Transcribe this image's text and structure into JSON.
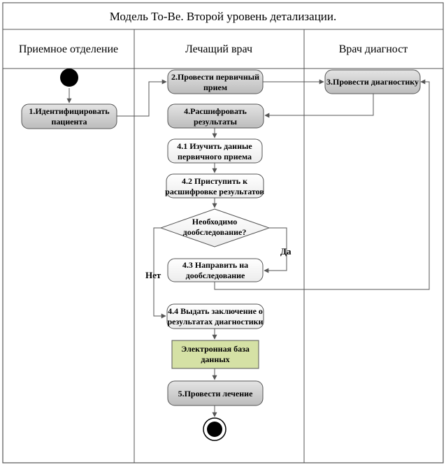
{
  "title": "Модель To-Be. Второй уровень детализации.",
  "lanes": [
    "Приемное отделение",
    "Лечащий врач",
    "Врач диагност"
  ],
  "nodes": {
    "n1": [
      "1.Идентифицировать",
      "пациента"
    ],
    "n2": [
      "2.Провести первичный",
      "прием"
    ],
    "n3": [
      "3.Провести диагностику"
    ],
    "n4": [
      "4.Расшифровать",
      "результаты"
    ],
    "n41": [
      "4.1 Изучить данные",
      "первичного приема"
    ],
    "n42": [
      "4.2 Приступить к",
      "расшифровке результатов"
    ],
    "dec": [
      "Необходимо",
      "дообследование?"
    ],
    "n43": [
      "4.3 Направить на",
      "дообследование"
    ],
    "n44": [
      "4.4 Выдать заключение о",
      "результатах диагностики"
    ],
    "db": [
      "Электронная база",
      "данных"
    ],
    "n5": [
      "5.Провести лечение"
    ]
  },
  "branch_labels": {
    "yes": "Да",
    "no": "Нет"
  },
  "colors": {
    "gray_fill": "#d0d0d0",
    "white_fill": "#ffffff",
    "db_fill": "#d5e1a5",
    "stroke": "#555555",
    "arrow": "#555555"
  }
}
